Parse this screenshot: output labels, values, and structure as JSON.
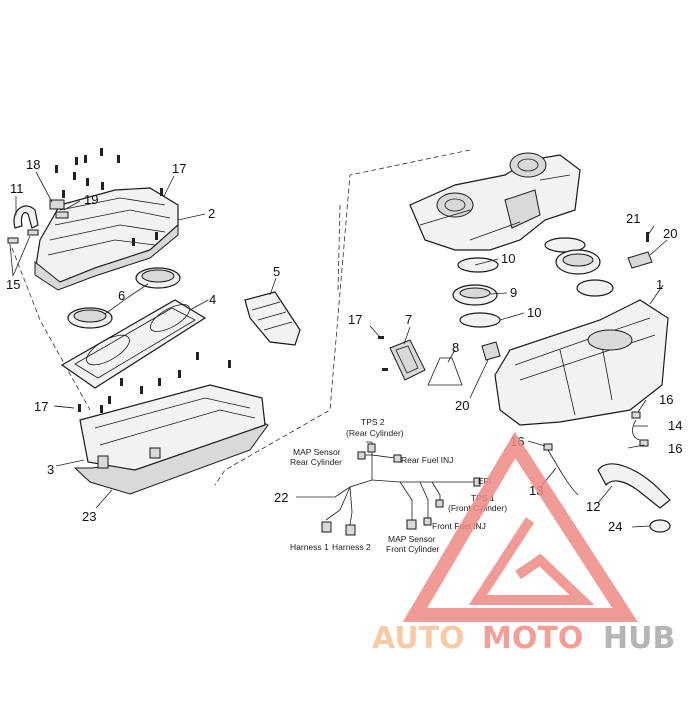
{
  "callouts": {
    "c1": "1",
    "c2": "2",
    "c3": "3",
    "c4": "4",
    "c5": "5",
    "c6": "6",
    "c7": "7",
    "c8": "8",
    "c9": "9",
    "c10a": "10",
    "c10b": "10",
    "c11": "11",
    "c12": "12",
    "c13": "13",
    "c14": "14",
    "c15": "15",
    "c16a": "16",
    "c16b": "16",
    "c16c": "16",
    "c17a": "17",
    "c17b": "17",
    "c17c": "17",
    "c18": "18",
    "c19": "19",
    "c20a": "20",
    "c20b": "20",
    "c21": "21",
    "c22": "22",
    "c23": "23",
    "c24": "24"
  },
  "harness": {
    "tps2": "TPS 2",
    "tps2_sub": "(Rear Cylinder)",
    "map_rear": "MAP Sensor",
    "map_rear_sub": "Rear Cylinder",
    "rear_fuel": "Rear Fuel INJ",
    "efi": "EFI",
    "tps1": "TPS 1",
    "tps1_sub": "(Front Cylinder)",
    "front_fuel": "Front Fuel INJ",
    "map_front": "MAP Sensor",
    "map_front_sub": "Front Cylinder",
    "harness1": "Harness 1",
    "harness2": "Harness 2"
  },
  "watermark": {
    "part1": "AUTO",
    "part2": "MOTO",
    "part3": "HUB",
    "color_auto": "#f7c39a",
    "color_moto": "#f28e86",
    "color_hub": "#a9a9a9",
    "triangle_color": "#ef8a84"
  }
}
